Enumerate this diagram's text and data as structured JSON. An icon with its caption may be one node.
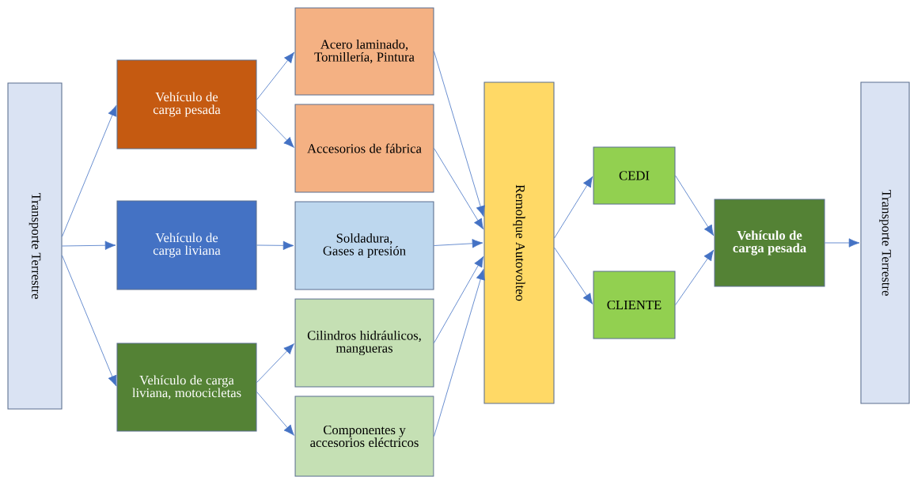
{
  "diagram": {
    "nodes": [
      {
        "text": [
          "Transporte Terrestre"
        ]
      },
      {
        "text": [
          "Vehículo de carga pesada"
        ]
      },
      {
        "text": [
          "Vehículo de carga liviana"
        ]
      },
      {
        "text": [
          "Vehículo de carga liviana, motocicletas"
        ]
      },
      {
        "text": [
          "Acero laminado, Tornillería, Pintura"
        ]
      },
      {
        "text": [
          "Accesorios de fábrica"
        ]
      },
      {
        "text": [
          "Soldadura, Gases a presión"
        ]
      },
      {
        "text": [
          "Cilindros hidráulicos, mangueras"
        ]
      },
      {
        "text": [
          "Componentes y accesorios eléctricos"
        ]
      },
      {
        "text": [
          "Remolque Autovolteo"
        ]
      },
      {
        "text": [
          "CEDI"
        ]
      },
      {
        "text": [
          "CLIENTE"
        ]
      },
      {
        "text": [
          "Vehículo de carga pesada"
        ]
      },
      {
        "text": [
          "Transporte Terrestre"
        ]
      }
    ],
    "edges": [
      {
        "from": 0,
        "to": 1,
        "arrow": "to"
      },
      {
        "from": 0,
        "to": 2,
        "arrow": "to"
      },
      {
        "from": 0,
        "to": 3,
        "arrow": "to"
      },
      {
        "from": 1,
        "to": 4,
        "arrow": "to"
      },
      {
        "from": 1,
        "to": 5,
        "arrow": "to"
      },
      {
        "from": 2,
        "to": 6,
        "arrow": "to"
      },
      {
        "from": 3,
        "to": 7,
        "arrow": "to"
      },
      {
        "from": 3,
        "to": 8,
        "arrow": "to"
      },
      {
        "from": 4,
        "to": 9,
        "arrow": "to"
      },
      {
        "from": 5,
        "to": 9,
        "arrow": "to"
      },
      {
        "from": 6,
        "to": 9,
        "arrow": "to"
      },
      {
        "from": 7,
        "to": 9,
        "arrow": "to"
      },
      {
        "from": 8,
        "to": 9,
        "arrow": "to"
      },
      {
        "from": 9,
        "to": 10,
        "arrow": "to"
      },
      {
        "from": 9,
        "to": 11,
        "arrow": "to"
      },
      {
        "from": 10,
        "to": 12,
        "arrow": "to"
      },
      {
        "from": 11,
        "to": 12,
        "arrow": "to"
      },
      {
        "from": 12,
        "to": 13,
        "arrow": "to"
      }
    ]
  }
}
